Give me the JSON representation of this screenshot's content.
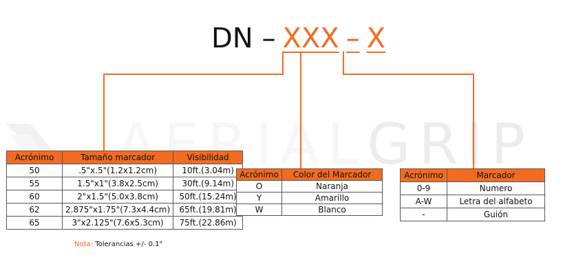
{
  "diagram": {
    "code": {
      "prefix": "DN –",
      "middle": "XXX",
      "separator": "–",
      "suffix": "X"
    },
    "watermark": {
      "part1": "AERIAL",
      "part2": "GRIP"
    },
    "note": {
      "label": "Nota:",
      "text": "Tolerancias +/- 0.1\""
    }
  },
  "tables": {
    "size": {
      "headers": [
        "Acrónimo",
        "Tamaño marcador",
        "Visibilidad"
      ],
      "rows": [
        [
          "50",
          ".5\"x.5\"(1.2x1.2cm)",
          "10ft.(3.04m)"
        ],
        [
          "55",
          "1.5\"x1\"(3.8x2.5cm)",
          "30ft.(9.14m)"
        ],
        [
          "60",
          "2\"x1.5\"(5.0x3.8cm)",
          "50ft.(15.24m)"
        ],
        [
          "62",
          "2.875\"x1.75\"(7.3x4.4cm)",
          "65ft.(19.81m)"
        ],
        [
          "65",
          "3\"x2.125\"(7.6x5.3cm)",
          "75ft.(22.86m)"
        ]
      ]
    },
    "color": {
      "headers": [
        "Acrónimo",
        "Color del Marcador"
      ],
      "rows": [
        [
          "O",
          "Naranja"
        ],
        [
          "Y",
          "Amarillo"
        ],
        [
          "W",
          "Blanco"
        ]
      ]
    },
    "marker": {
      "headers": [
        "Acrónimo",
        "Marcador"
      ],
      "rows": [
        [
          "0-9",
          "Numero"
        ],
        [
          "A-W",
          "Letra del alfabeto"
        ],
        [
          "-",
          "Guión"
        ]
      ]
    }
  },
  "colors": {
    "accent": "#f26b21",
    "text": "#111111",
    "border": "#555555",
    "watermark": "#f2f2f2"
  }
}
